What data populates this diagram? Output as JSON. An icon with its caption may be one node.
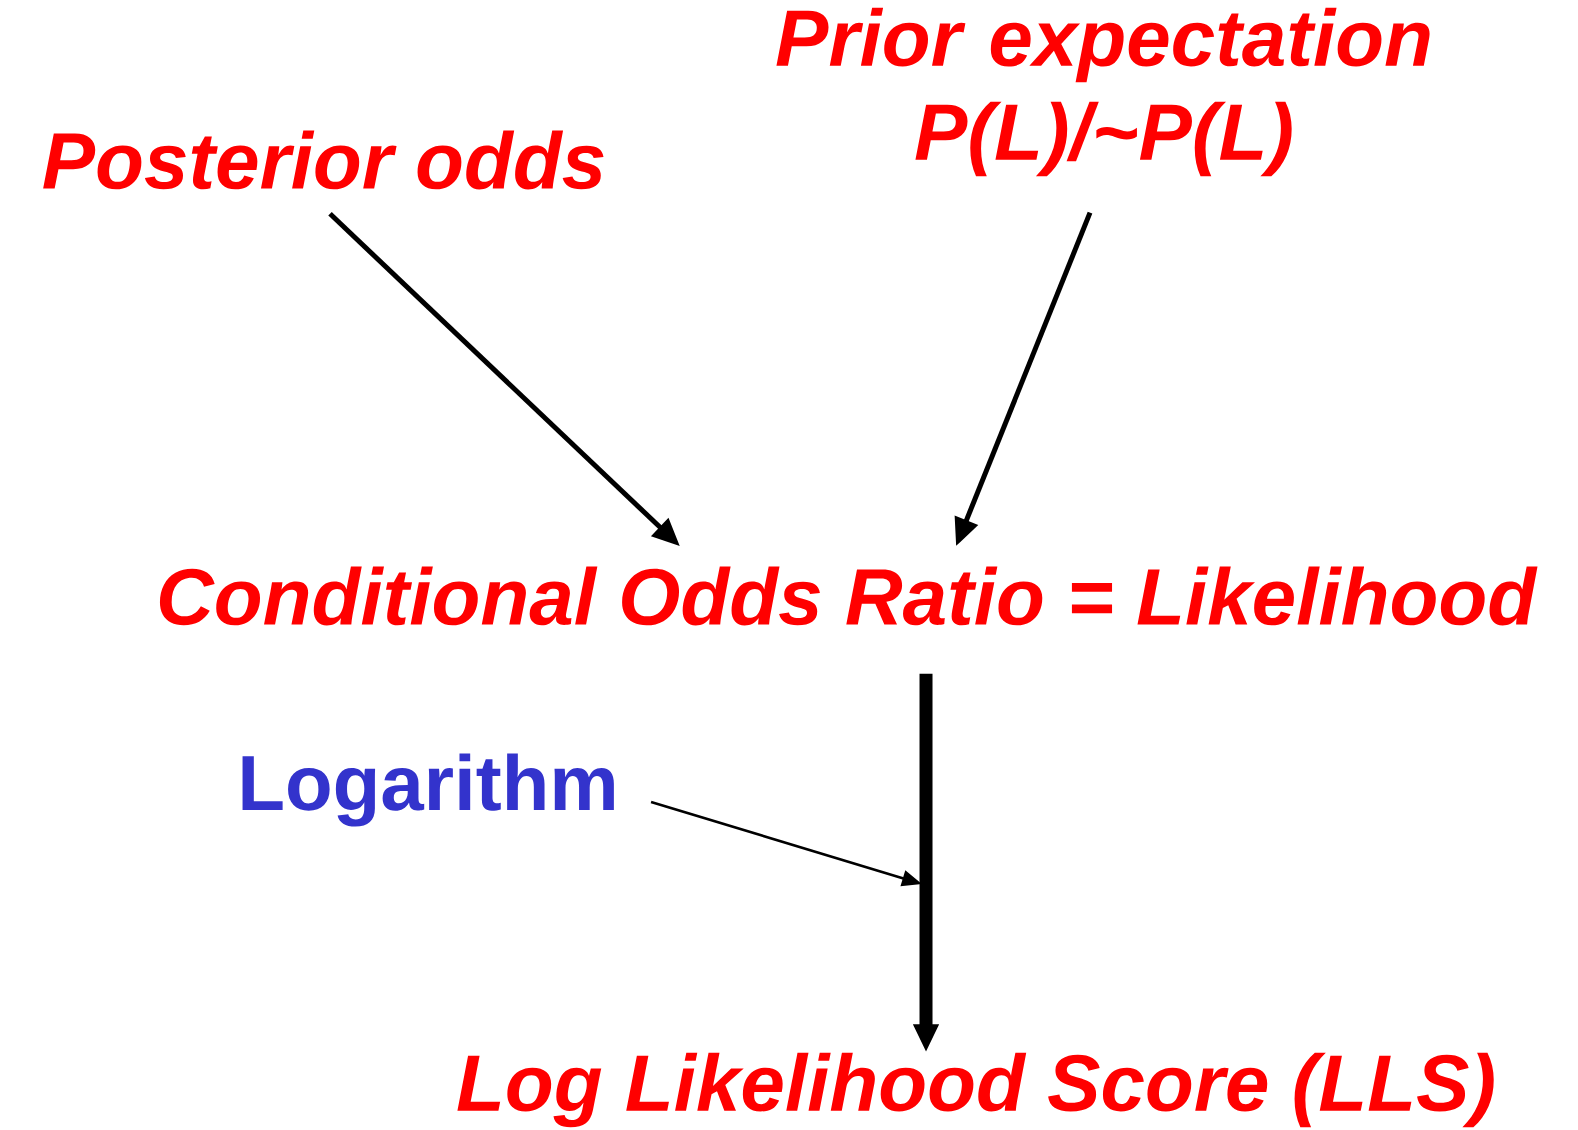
{
  "diagram": {
    "nodes": [
      {
        "text": [
          "Posterior odds"
        ]
      },
      {
        "text": [
          "Prior expectation P(L)/~P(L)"
        ]
      },
      {
        "text": [
          "Conditional Odds Ratio = Likelihood"
        ]
      },
      {
        "text": [
          "Logarithm"
        ]
      },
      {
        "text": [
          "Log Likelihood Score (LLS)"
        ]
      }
    ],
    "edges": [
      {
        "from": 0,
        "to": 2,
        "arrow": "to"
      },
      {
        "from": 1,
        "to": 2,
        "arrow": "to"
      },
      {
        "from": 2,
        "to": 4,
        "arrow": "to",
        "style": "thick"
      },
      {
        "from": 3,
        "to": null,
        "arrow": "to"
      }
    ]
  }
}
